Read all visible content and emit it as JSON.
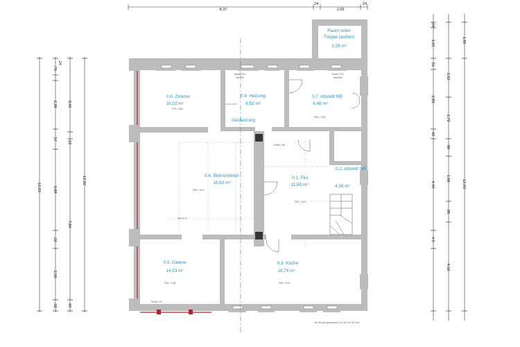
{
  "rooms": [
    {
      "id": "zimmer",
      "label": "0.6. Zimmer",
      "area": "10,02 m²",
      "note": "F.Dr = 3,82"
    },
    {
      "id": "heizung",
      "label": "0.8. Heizung",
      "area": "6,52 m²",
      "note": "Decke 2,51",
      "note2": "Dachbd."
    },
    {
      "id": "abstell",
      "label": "0.7. Abstell/ NR",
      "area": "6,48 m²",
      "note": "Decke 2,73",
      "note2": "Gewölbe",
      "note3": "FDH = 5,90"
    },
    {
      "id": "gasheizung",
      "label": "Gasheizung"
    },
    {
      "id": "wohnzimmer",
      "label": "0.4. Wohnzimmer",
      "area": "18,63 m²",
      "note": "FDH = 8,04",
      "note2": "FDH 2,77"
    },
    {
      "id": "flur",
      "label": "0.1. Flur",
      "area": "11,85 m²",
      "note": "Decke 2,68",
      "note2": "FDH = 6,47"
    },
    {
      "id": "abstell2",
      "label": "0.2. Abstell/ NR",
      "area": "4,30 m²"
    },
    {
      "id": "galerie",
      "label": "0.5. Galerie",
      "area": "14,03 m²",
      "note": "FDH = 5,38",
      "note2": "Decke 2,13"
    },
    {
      "id": "kueche",
      "label": "0.3. Küche",
      "area": "16,76 m²",
      "note": "FDH = 5,03"
    },
    {
      "id": "treppe",
      "label": "Raum unter Treppe (außen)",
      "label_line1": "Raum unter",
      "label_line2": "Treppe (außen)",
      "area": "3,28 m²"
    }
  ],
  "dimensions": {
    "top": [
      "8,37",
      "24",
      "1,09",
      "24"
    ],
    "left_outer": [
      "12,03"
    ],
    "left_a": [
      ",79",
      ",24",
      "2,38",
      ",97",
      "3,88",
      ",92",
      "2,58",
      ",62"
    ],
    "left_b": [
      "3,42",
      "13",
      "7,84",
      "42"
    ],
    "left_total": [
      "12,02"
    ],
    "right_a": [
      "24",
      "1,65",
      "51",
      "2,89",
      "42",
      "4,40",
      "4,5"
    ],
    "right_b": [
      "1,92",
      "1,73",
      "88",
      "1,98",
      "88",
      "4,16"
    ],
    "right_total": [
      "12,03"
    ],
    "right_top": [
      "1,89"
    ]
  },
  "footer": "UK 00 nicht gezeichnet 2,10 UK 2,19 UK 2,40"
}
